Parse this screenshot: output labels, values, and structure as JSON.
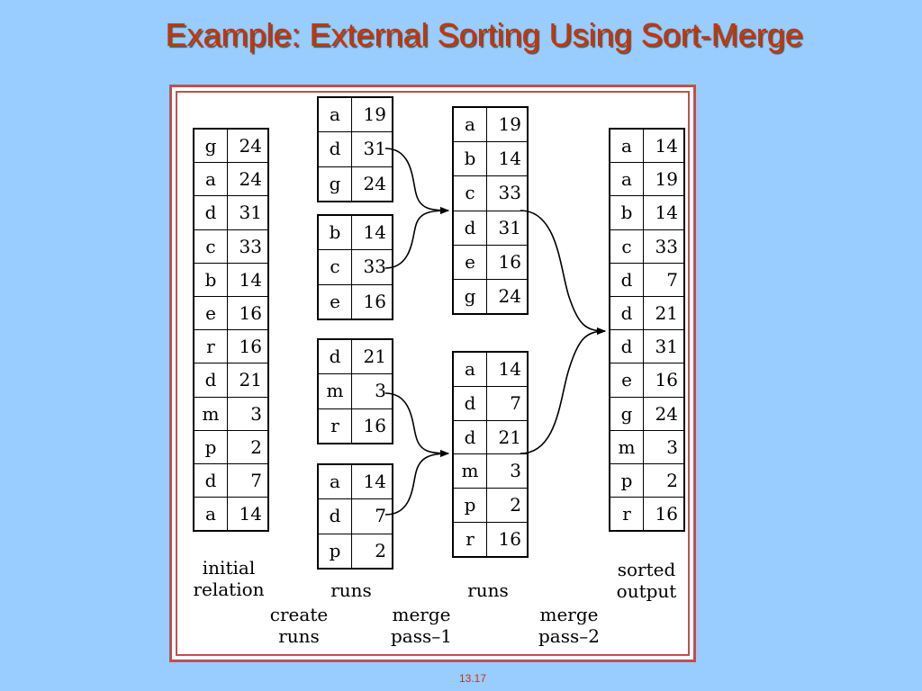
{
  "title": "Example: External Sorting Using Sort-Merge",
  "page_number": "13.17",
  "tables": {
    "initial": [
      [
        "g",
        "24"
      ],
      [
        "a",
        "24"
      ],
      [
        "d",
        "31"
      ],
      [
        "c",
        "33"
      ],
      [
        "b",
        "14"
      ],
      [
        "e",
        "16"
      ],
      [
        "r",
        "16"
      ],
      [
        "d",
        "21"
      ],
      [
        "m",
        "3"
      ],
      [
        "p",
        "2"
      ],
      [
        "d",
        "7"
      ],
      [
        "a",
        "14"
      ]
    ],
    "run1": [
      [
        "a",
        "19"
      ],
      [
        "d",
        "31"
      ],
      [
        "g",
        "24"
      ]
    ],
    "run2": [
      [
        "b",
        "14"
      ],
      [
        "c",
        "33"
      ],
      [
        "e",
        "16"
      ]
    ],
    "run3": [
      [
        "d",
        "21"
      ],
      [
        "m",
        "3"
      ],
      [
        "r",
        "16"
      ]
    ],
    "run4": [
      [
        "a",
        "14"
      ],
      [
        "d",
        "7"
      ],
      [
        "p",
        "2"
      ]
    ],
    "merged1": [
      [
        "a",
        "19"
      ],
      [
        "b",
        "14"
      ],
      [
        "c",
        "33"
      ],
      [
        "d",
        "31"
      ],
      [
        "e",
        "16"
      ],
      [
        "g",
        "24"
      ]
    ],
    "merged2": [
      [
        "a",
        "14"
      ],
      [
        "d",
        "7"
      ],
      [
        "d",
        "21"
      ],
      [
        "m",
        "3"
      ],
      [
        "p",
        "2"
      ],
      [
        "r",
        "16"
      ]
    ],
    "output": [
      [
        "a",
        "14"
      ],
      [
        "a",
        "19"
      ],
      [
        "b",
        "14"
      ],
      [
        "c",
        "33"
      ],
      [
        "d",
        "7"
      ],
      [
        "d",
        "21"
      ],
      [
        "d",
        "31"
      ],
      [
        "e",
        "16"
      ],
      [
        "g",
        "24"
      ],
      [
        "m",
        "3"
      ],
      [
        "p",
        "2"
      ],
      [
        "r",
        "16"
      ]
    ]
  },
  "labels": {
    "initial_relation": "initial\nrelation",
    "create_runs": "create\nruns",
    "runs_1": "runs",
    "merge_pass_1": "merge\npass–1",
    "runs_2": "runs",
    "merge_pass_2": "merge\npass–2",
    "sorted_output": "sorted\noutput"
  },
  "colors": {
    "background": "#99ccff",
    "title": "#cc3300",
    "frame": "#c0504d"
  }
}
